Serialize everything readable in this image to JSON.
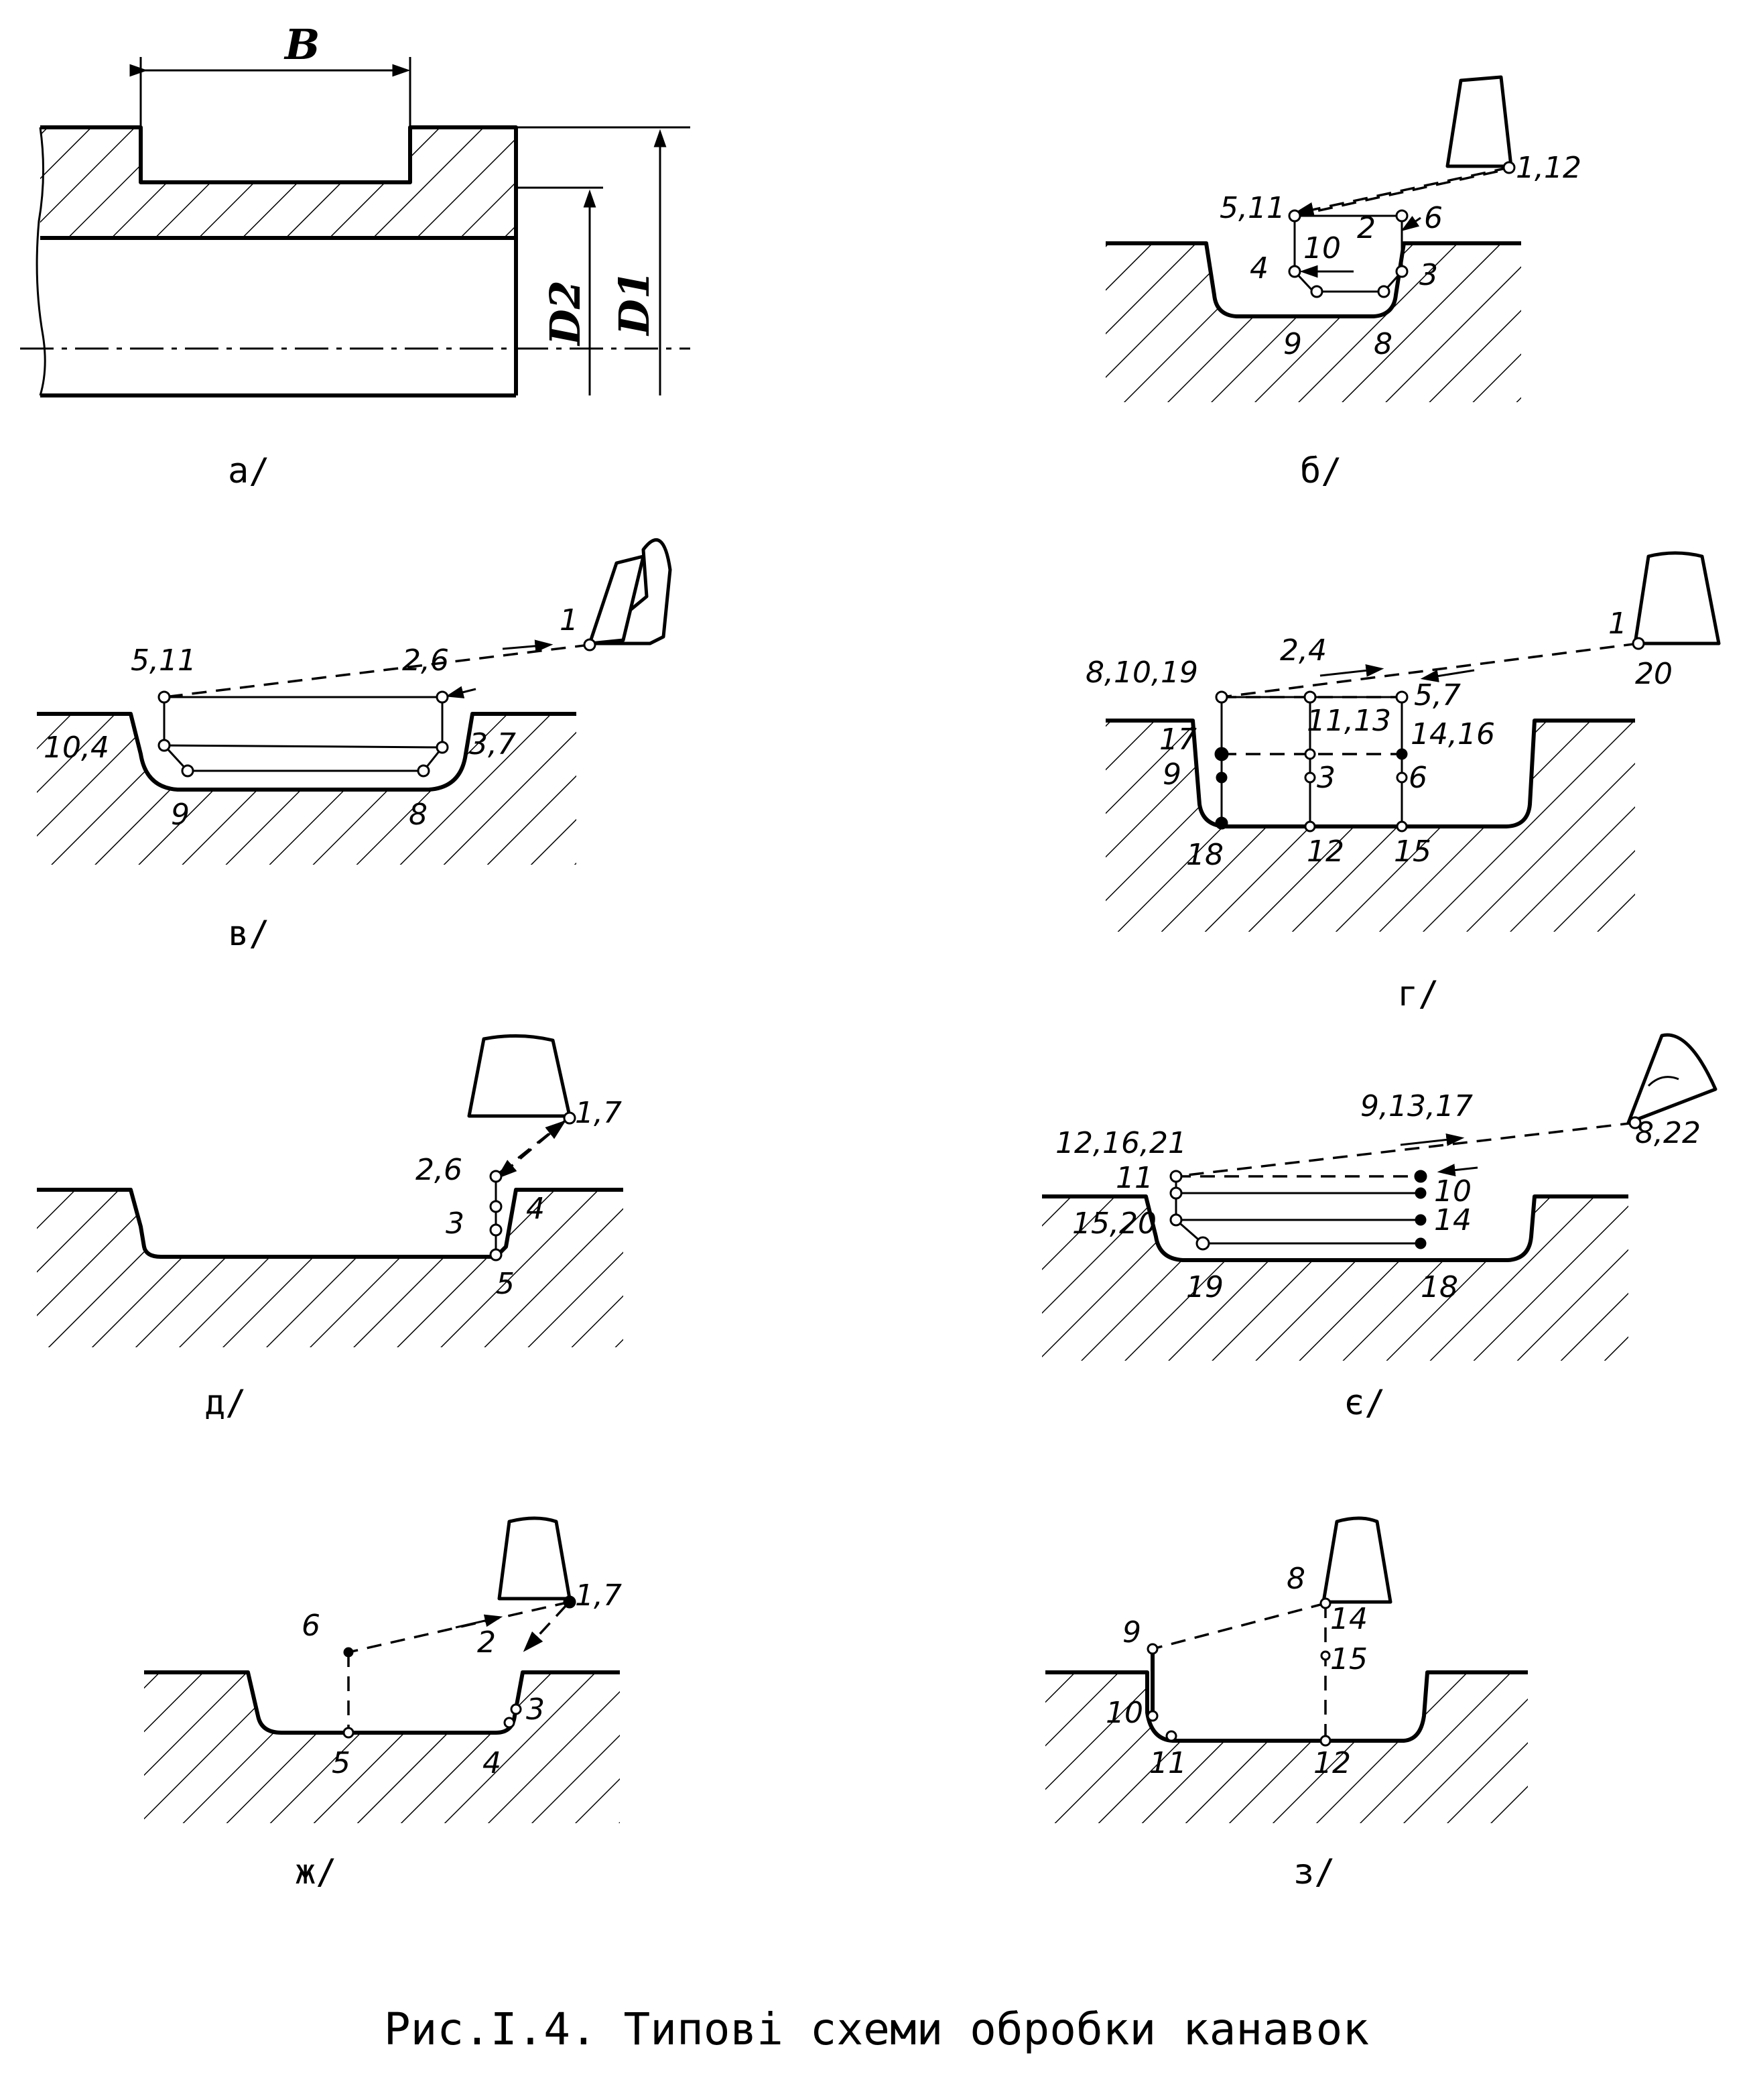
{
  "figure": {
    "caption": "Рис.I.4. Типові схеми обробки канавок"
  },
  "panel_a": {
    "label": "а/",
    "dim_B": "B",
    "dim_D1": "D1",
    "dim_D2": "D2"
  },
  "panel_b": {
    "label": "б/",
    "points": [
      "1,12",
      "2",
      "3",
      "4",
      "5,11",
      "6",
      "8",
      "9",
      "10"
    ]
  },
  "panel_v": {
    "label": "в/",
    "points": [
      "1",
      "2,6",
      "3,7",
      "5,11",
      "8",
      "9",
      "10,4"
    ]
  },
  "panel_g": {
    "label": "г/",
    "points": [
      "1",
      "2,4",
      "3",
      "5,7",
      "6",
      "8,10,19",
      "9",
      "11,13",
      "12",
      "14,16",
      "15",
      "17",
      "18",
      "20"
    ]
  },
  "panel_d": {
    "label": "д/",
    "points": [
      "1,7",
      "2,6",
      "3",
      "4",
      "5"
    ]
  },
  "panel_ye": {
    "label": "є/",
    "points": [
      "8,22",
      "9,13,17",
      "10",
      "11",
      "12,16,21",
      "14",
      "15,20",
      "18",
      "19"
    ]
  },
  "panel_zh": {
    "label": "ж/",
    "points": [
      "1,7",
      "2",
      "3",
      "4",
      "5",
      "6"
    ]
  },
  "panel_z": {
    "label": "з/",
    "points": [
      "8",
      "9",
      "10",
      "11",
      "12",
      "14",
      "15"
    ]
  }
}
